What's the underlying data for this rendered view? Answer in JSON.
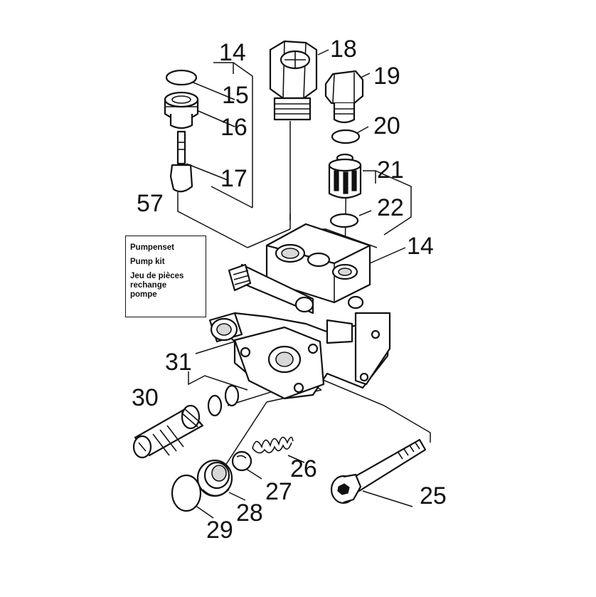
{
  "figure": {
    "kit_box": {
      "lines": [
        "Pumpenset",
        "Pump kit",
        "Jeu de pièces\nrechange\npompe"
      ]
    },
    "part_numbers": [
      {
        "id": "p14a",
        "label": "14"
      },
      {
        "id": "p15",
        "label": "15"
      },
      {
        "id": "p16",
        "label": "16"
      },
      {
        "id": "p17",
        "label": "17"
      },
      {
        "id": "p18",
        "label": "18"
      },
      {
        "id": "p19",
        "label": "19"
      },
      {
        "id": "p20",
        "label": "20"
      },
      {
        "id": "p21",
        "label": "21"
      },
      {
        "id": "p22",
        "label": "22"
      },
      {
        "id": "p14b",
        "label": "14"
      },
      {
        "id": "p57",
        "label": "57"
      },
      {
        "id": "p31",
        "label": "31"
      },
      {
        "id": "p30",
        "label": "30"
      },
      {
        "id": "p26",
        "label": "26"
      },
      {
        "id": "p27",
        "label": "27"
      },
      {
        "id": "p25",
        "label": "25"
      },
      {
        "id": "p28",
        "label": "28"
      },
      {
        "id": "p29",
        "label": "29"
      }
    ]
  }
}
